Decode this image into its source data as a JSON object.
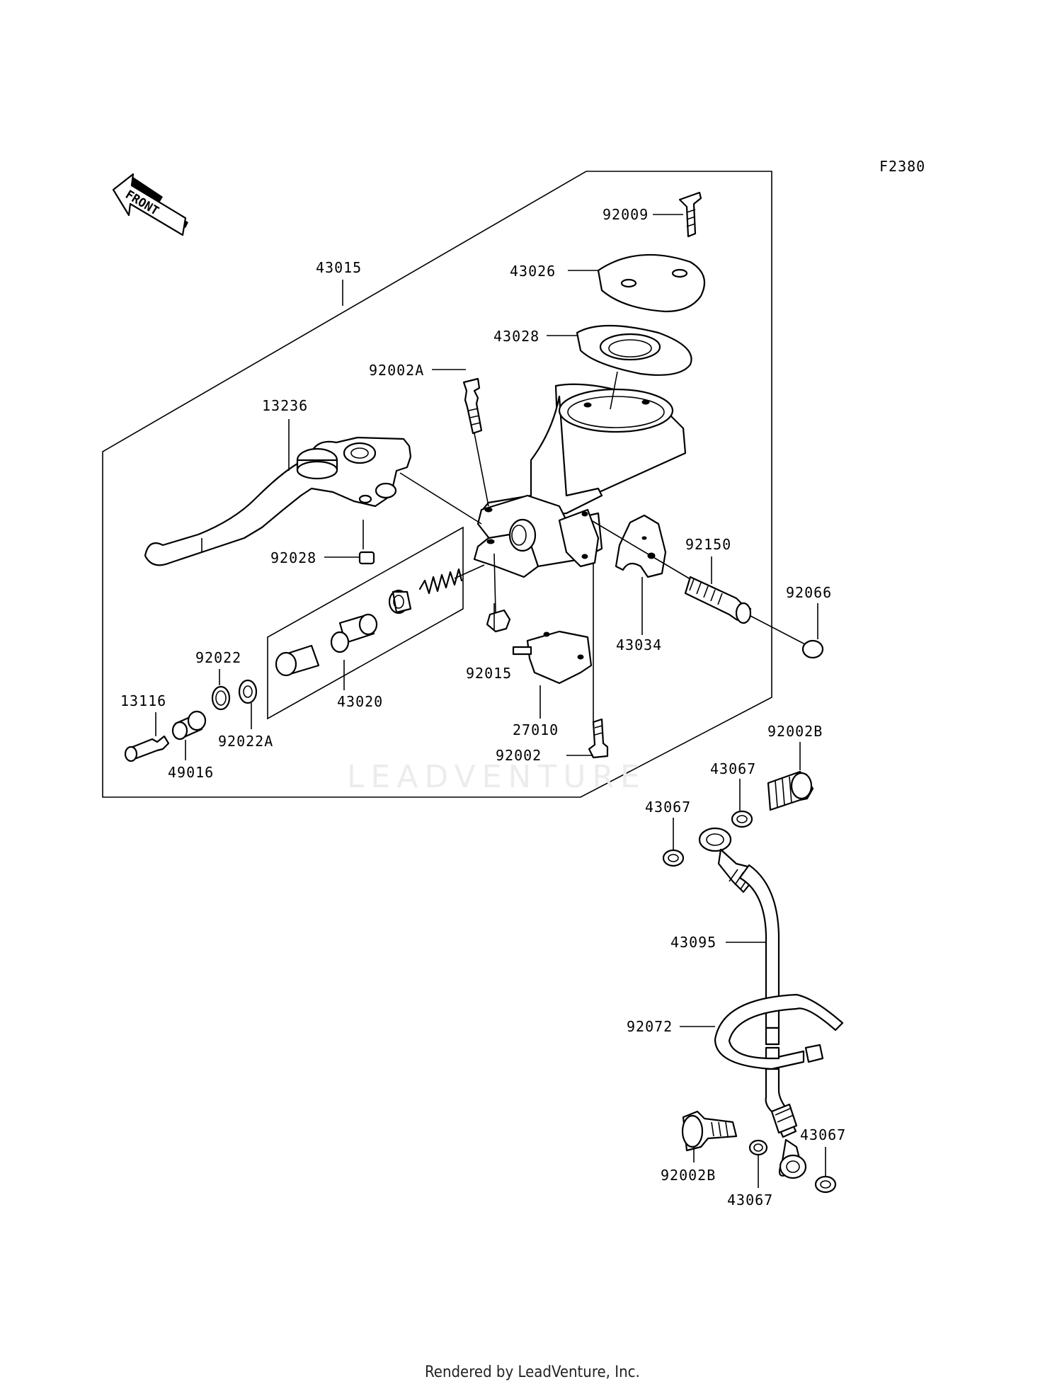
{
  "figure_code": "F2380",
  "front_marker": "FRONT",
  "watermark": "LEADVENTURE",
  "footer": "Rendered by LeadVenture, Inc.",
  "parts": {
    "p92009": "92009",
    "p43026": "43026",
    "p43028": "43028",
    "p92002A": "92002A",
    "p43015": "43015",
    "p13236": "13236",
    "p92028": "92028",
    "p92150": "92150",
    "p92066": "92066",
    "p43034": "43034",
    "p92015": "92015",
    "p92022": "92022",
    "p13116": "13116",
    "p92022A": "92022A",
    "p43020": "43020",
    "p49016": "49016",
    "p27010": "27010",
    "p92002": "92002",
    "p92002B_top": "92002B",
    "p43067_a": "43067",
    "p43067_b": "43067",
    "p43095": "43095",
    "p92072": "92072",
    "p92002B_bottom": "92002B",
    "p43067_c": "43067",
    "p43067_d": "43067"
  }
}
